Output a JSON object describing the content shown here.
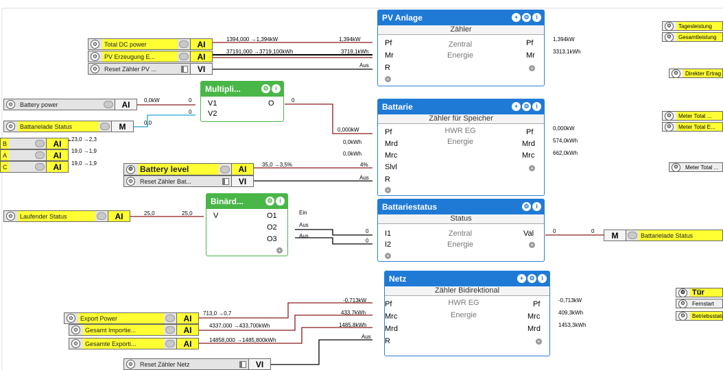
{
  "inputs": [
    {
      "label": "Total DC power",
      "type": "AI"
    },
    {
      "label": "PV Erzeugung E...",
      "type": "AI"
    },
    {
      "label": "Reset Zähler PV ...",
      "type": "VI"
    },
    {
      "label": "Battery power",
      "type": "AI"
    },
    {
      "label": "Battarielade Status",
      "type": "M"
    },
    {
      "label": "B",
      "type": "AI"
    },
    {
      "label": "A",
      "type": "AI"
    },
    {
      "label": "C",
      "type": "AI"
    },
    {
      "label": "Battery level",
      "type": "AI"
    },
    {
      "label": "Reset Zähler Bat...",
      "type": "VI"
    },
    {
      "label": "Laufender Status",
      "type": "AI"
    },
    {
      "label": "Export Power",
      "type": "AI"
    },
    {
      "label": "Gesamt Importie...",
      "type": "AI"
    },
    {
      "label": "Gesamte Exporti...",
      "type": "AI"
    },
    {
      "label": "Reset Zähler Netz",
      "type": "VI"
    }
  ],
  "right_inputs": [
    "Tagesleistung",
    "Gesamtleistung",
    "Direkter Ertrag",
    "Meter Total ...",
    "Meter Total E...",
    "Meter Total ...",
    "Tür",
    "Fernstart",
    "Betriebsstatus"
  ],
  "pv": {
    "title": "PV Anlage",
    "sub": "Zähler",
    "c1": "Zentral",
    "c2": "Energie",
    "in": [
      "Pf",
      "Mr",
      "R"
    ],
    "out": [
      "Pf",
      "Mr"
    ]
  },
  "mult": {
    "title": "Multipli...",
    "in": [
      "V1",
      "V2"
    ],
    "out": "O"
  },
  "batt": {
    "title": "Battarie",
    "sub": "Zähler für Speicher",
    "c1": "HWR EG",
    "c2": "Energie",
    "in": [
      "Pf",
      "Mrd",
      "Mrc",
      "Slvl",
      "R"
    ],
    "out": [
      "Pf",
      "Mrd",
      "Mrc"
    ]
  },
  "bin": {
    "title": "Binärd...",
    "in": "V",
    "out": [
      "O1",
      "O2",
      "O3"
    ]
  },
  "bstat": {
    "title": "Battariestatus",
    "sub": "Status",
    "c1": "Zentral",
    "c2": "Energie",
    "in": [
      "I1",
      "I2"
    ],
    "out": "Val"
  },
  "netz": {
    "title": "Netz",
    "sub": "Zähler Bidirektional",
    "c1": "HWR EG",
    "c2": "Energie",
    "in": [
      "Pf",
      "Mrc",
      "Mrd",
      "R"
    ],
    "out": [
      "Pf",
      "Mrc",
      "Mrd"
    ]
  },
  "outm": {
    "type": "M",
    "label": "Battarielade Status"
  },
  "w": {
    "tdc": "1394,000 →1,394kW",
    "tdc2": "1,394kW",
    "pve": "37191,000 →3719,100kWh",
    "pve2": "3719,1kWh",
    "aus": "Aus",
    "pvo1": "1,394kW",
    "pvo2": "3313,1kWh",
    "bp": "0,0kW",
    "bp2": "0",
    "bls": "0,0",
    "bls2": "0",
    "mo": "0",
    "b1": "23,0 →2,3",
    "b2": "19,0 →1,9",
    "b3": "19,0 →1,9",
    "ba1": "0,000kW",
    "ba2": "0,0kWh",
    "ba3": "0,0kWh",
    "ba4": "4%",
    "bl": "35,0 →3,5%",
    "bo1": "0,000kW",
    "bo2": "574,0kWh",
    "bo3": "662,0kWh",
    "ls": "25,0",
    "ls2": "25,0",
    "ein": "Ein",
    "i1": "0",
    "i2": "0",
    "val": "0",
    "val2": "0",
    "ep": "713,0 →0,7",
    "ep2": "-0,713kW",
    "gi": "4337,000 →433,700kWh",
    "gi2": "433,7kWh",
    "ge": "14858,000 →1485,800kWh",
    "ge2": "1485,8kWh",
    "no1": "-0,713kW",
    "no2": "409,3kWh",
    "no3": "1453,3kWh"
  }
}
